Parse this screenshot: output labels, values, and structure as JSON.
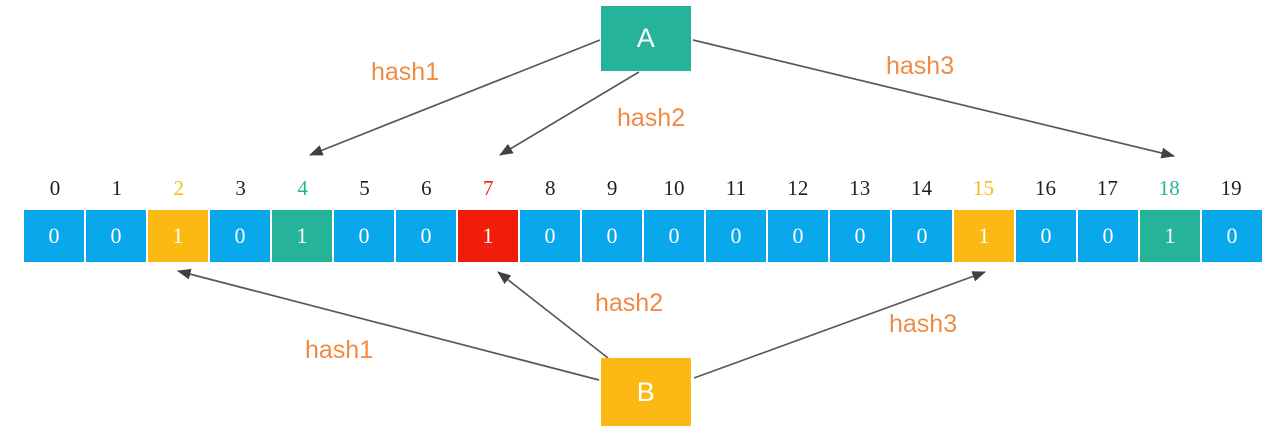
{
  "diagram": {
    "title": "bloom-filter-hashing",
    "colors": {
      "bit_zero": "#09a7ec",
      "amber": "#fcb813",
      "teal": "#25b49a",
      "red": "#f21c0a",
      "hash_label": "#f08b43",
      "arrow": "#58595b",
      "index_default": "#231f20"
    }
  },
  "nodes": {
    "top": {
      "label": "A",
      "color": "#25b49a"
    },
    "bottom": {
      "label": "B",
      "color": "#fcb813"
    }
  },
  "bit_array": {
    "indices": [
      "0",
      "1",
      "2",
      "3",
      "4",
      "5",
      "6",
      "7",
      "8",
      "9",
      "10",
      "11",
      "12",
      "13",
      "14",
      "15",
      "16",
      "17",
      "18",
      "19"
    ],
    "values": [
      "0",
      "0",
      "1",
      "0",
      "1",
      "0",
      "0",
      "1",
      "0",
      "0",
      "0",
      "0",
      "0",
      "0",
      "0",
      "1",
      "0",
      "0",
      "1",
      "0"
    ],
    "index_colors": [
      "default",
      "default",
      "amber",
      "default",
      "teal",
      "default",
      "default",
      "red",
      "default",
      "default",
      "default",
      "default",
      "default",
      "default",
      "default",
      "amber",
      "default",
      "default",
      "teal",
      "default"
    ],
    "cell_colors": [
      "blue",
      "blue",
      "amber",
      "blue",
      "teal",
      "blue",
      "blue",
      "red",
      "blue",
      "blue",
      "blue",
      "blue",
      "blue",
      "blue",
      "blue",
      "amber",
      "blue",
      "blue",
      "teal",
      "blue"
    ]
  },
  "edges": {
    "top": [
      {
        "label": "hash1",
        "from": "A",
        "to_index": "4"
      },
      {
        "label": "hash2",
        "from": "A",
        "to_index": "7"
      },
      {
        "label": "hash3",
        "from": "A",
        "to_index": "18"
      }
    ],
    "bottom": [
      {
        "label": "hash1",
        "from": "B",
        "to_index": "2"
      },
      {
        "label": "hash2",
        "from": "B",
        "to_index": "7"
      },
      {
        "label": "hash3",
        "from": "B",
        "to_index": "15"
      }
    ]
  }
}
